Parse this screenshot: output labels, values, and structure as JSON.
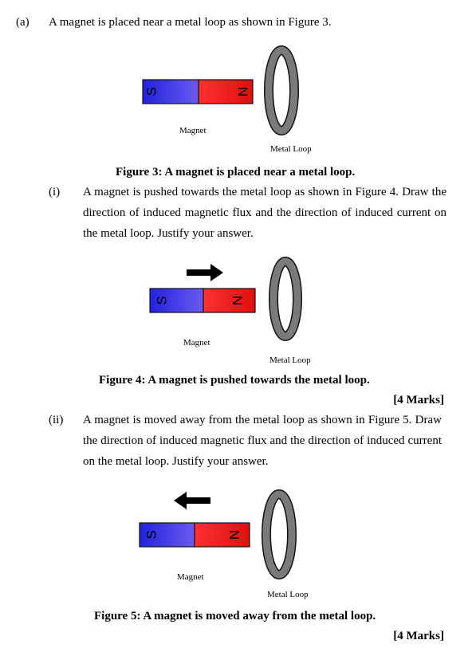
{
  "part_a": {
    "label": "(a)",
    "text": "A magnet is placed near a metal loop as shown in Figure 3."
  },
  "figure3": {
    "magnet_label": "Magnet",
    "loop_label": "Metal Loop",
    "caption": "Figure 3: A magnet is placed near a metal loop.",
    "pole_left": "S",
    "pole_right": "N"
  },
  "part_i": {
    "label": "(i)",
    "text": "A magnet is pushed towards the metal loop as shown in Figure 4. Draw the direction of induced magnetic flux and the direction of induced current on the metal loop. Justify your answer."
  },
  "figure4": {
    "magnet_label": "Magnet",
    "loop_label": "Metal Loop",
    "caption": "Figure 4: A magnet is pushed towards the metal loop.",
    "pole_left": "S",
    "pole_right": "N",
    "arrow_direction": "right"
  },
  "marks_i": "[4 Marks]",
  "part_ii": {
    "label": "(ii)",
    "text": "A magnet is moved away from the metal loop as shown in Figure 5. Draw the direction of induced magnetic flux and the direction of induced current on the metal loop. Justify your answer."
  },
  "figure5": {
    "magnet_label": "Magnet",
    "loop_label": "Metal Loop",
    "caption": "Figure 5: A magnet is moved away from the metal loop.",
    "pole_left": "S",
    "pole_right": "N",
    "arrow_direction": "left"
  },
  "marks_ii": "[4 Marks]",
  "colors": {
    "south_pole": "#3333ee",
    "north_pole": "#ee2222",
    "loop": "#7a7a7a",
    "arrow": "#000000"
  }
}
